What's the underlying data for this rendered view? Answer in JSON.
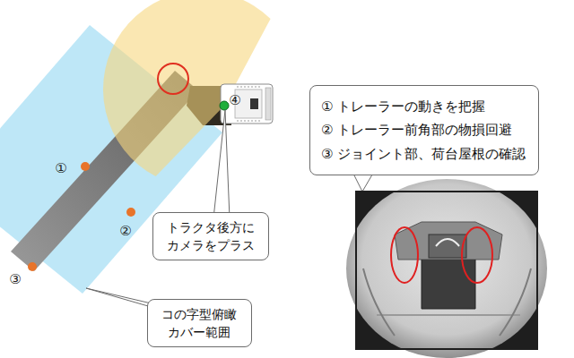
{
  "diagram": {
    "nodes": [
      {
        "text": [
          "① トレーラーの動きを把握",
          "② トレーラー前角部の物損回避",
          "③ ジョイント部、荷台屋根の確認"
        ]
      },
      {
        "text": [
          "トラクタ後方に カメラをプラス"
        ]
      },
      {
        "text": [
          "コの字型俯瞰 カバー範囲"
        ]
      }
    ],
    "labels": [
      "①",
      "②",
      "③",
      "④"
    ]
  }
}
